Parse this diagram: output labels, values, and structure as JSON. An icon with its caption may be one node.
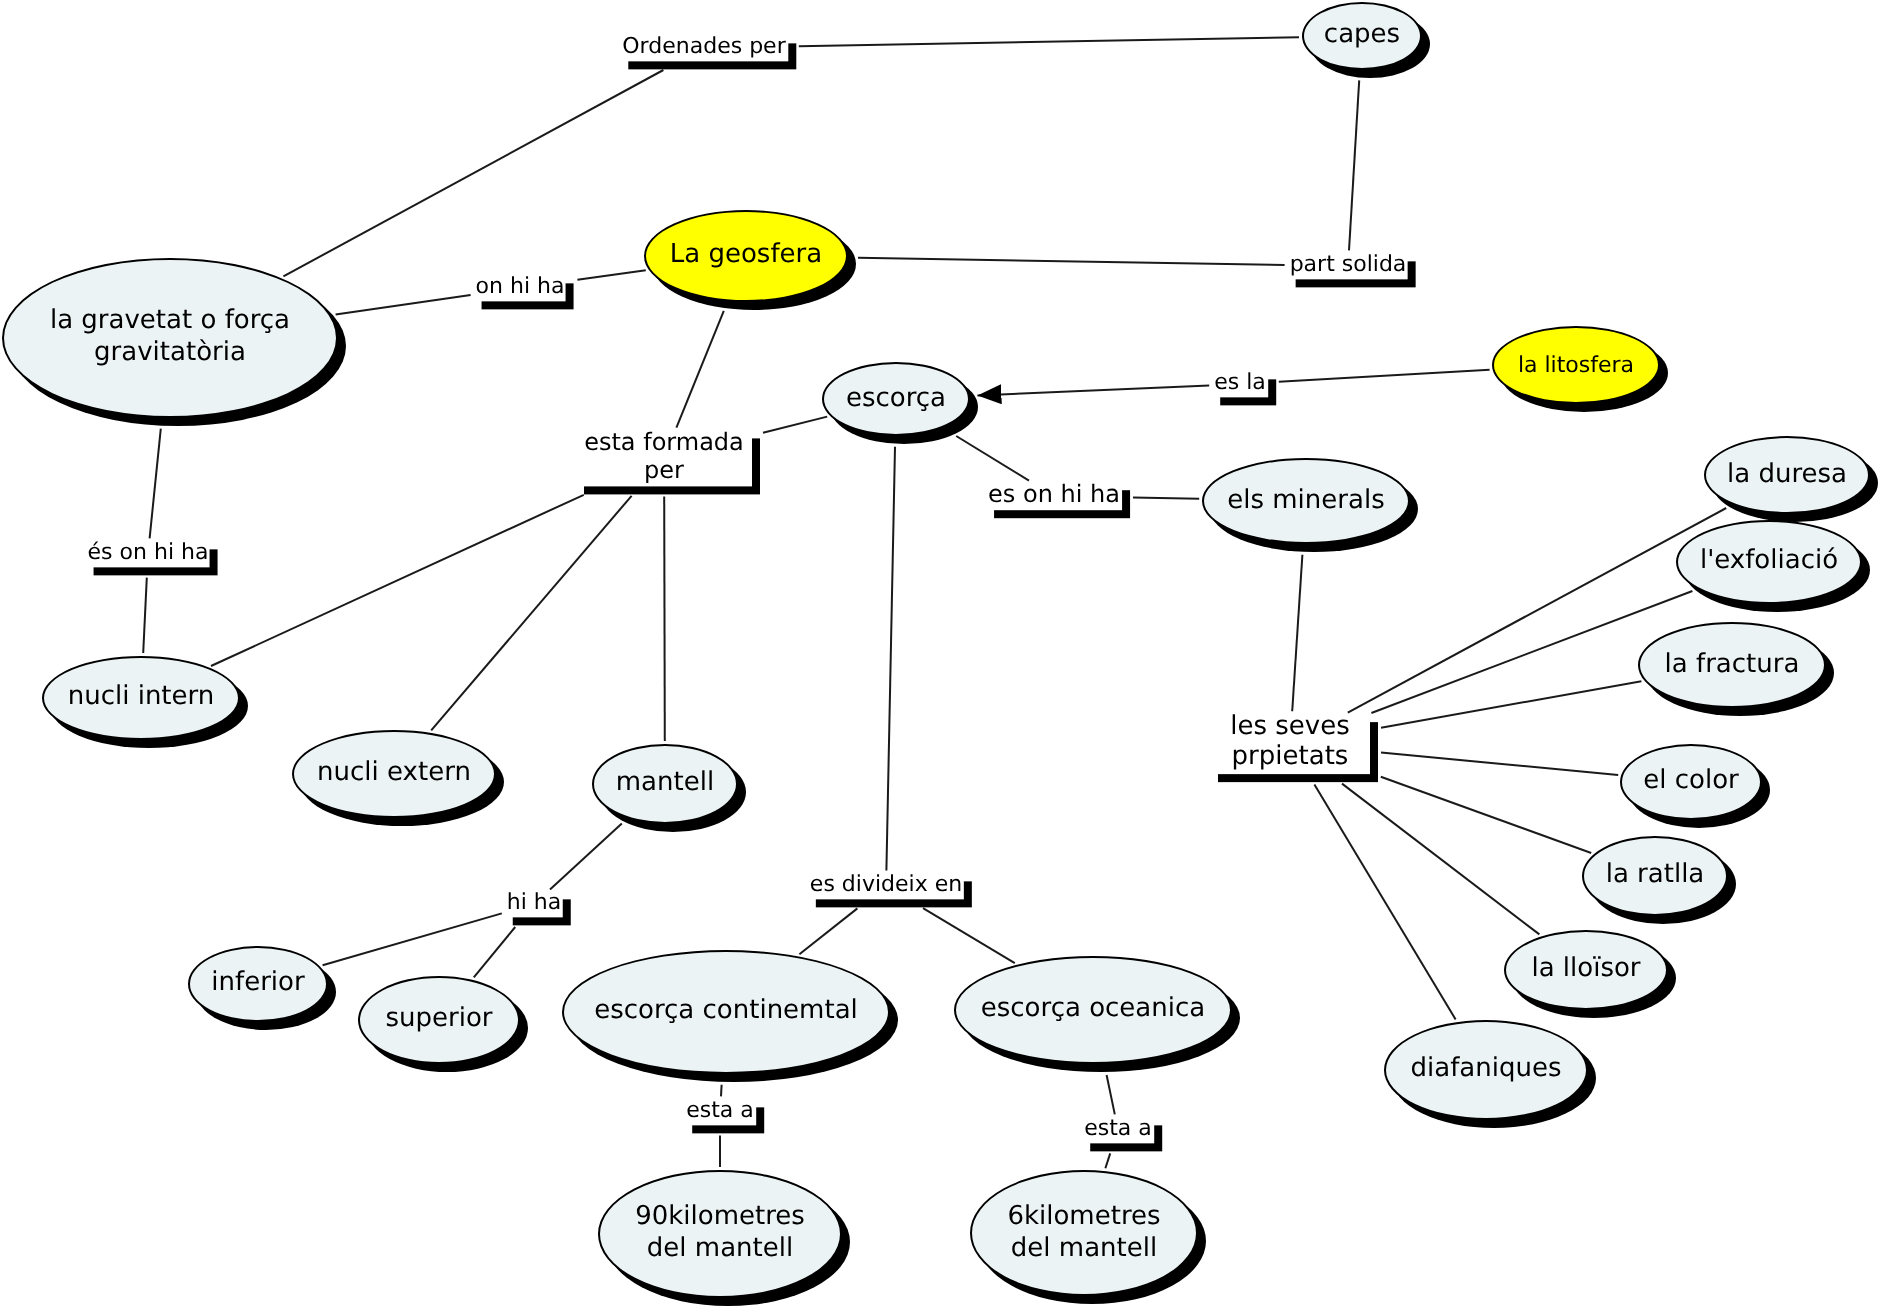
{
  "diagram": {
    "nodes": [
      {
        "text": [
          "Ordenades per"
        ]
      },
      {
        "text": [
          "capes"
        ]
      },
      {
        "text": [
          "La geosfera"
        ]
      },
      {
        "text": [
          "part solida"
        ]
      },
      {
        "text": [
          "on hi ha"
        ]
      },
      {
        "text": [
          "la gravetat o força gravitatòria"
        ]
      },
      {
        "text": [
          "la litosfera"
        ]
      },
      {
        "text": [
          "es la"
        ]
      },
      {
        "text": [
          "escorça"
        ]
      },
      {
        "text": [
          "esta formada per"
        ]
      },
      {
        "text": [
          "la duresa"
        ]
      },
      {
        "text": [
          "es on hi ha"
        ]
      },
      {
        "text": [
          "els minerals"
        ]
      },
      {
        "text": [
          "és on hi ha"
        ]
      },
      {
        "text": [
          "l'exfoliació"
        ]
      },
      {
        "text": [
          "la fractura"
        ]
      },
      {
        "text": [
          "nucli intern"
        ]
      },
      {
        "text": [
          "les seves prpietats"
        ]
      },
      {
        "text": [
          "nucli extern"
        ]
      },
      {
        "text": [
          "mantell"
        ]
      },
      {
        "text": [
          "el color"
        ]
      },
      {
        "text": [
          "es divideix en"
        ]
      },
      {
        "text": [
          "la ratlla"
        ]
      },
      {
        "text": [
          "hi ha"
        ]
      },
      {
        "text": [
          "la lloïsor"
        ]
      },
      {
        "text": [
          "inferior"
        ]
      },
      {
        "text": [
          "escorça continemtal"
        ]
      },
      {
        "text": [
          "escorça oceanica"
        ]
      },
      {
        "text": [
          "superior"
        ]
      },
      {
        "text": [
          "diafaniques"
        ]
      },
      {
        "text": [
          "esta a"
        ]
      },
      {
        "text": [
          "esta a"
        ]
      },
      {
        "text": [
          "90kilometres del mantell"
        ]
      },
      {
        "text": [
          "6kilometres del mantell"
        ]
      }
    ],
    "edges": [
      {
        "from": 5,
        "to": 0,
        "arrow": "none"
      },
      {
        "from": 0,
        "to": 1,
        "arrow": "none"
      },
      {
        "from": 5,
        "to": 4,
        "arrow": "none"
      },
      {
        "from": 4,
        "to": 2,
        "arrow": "none"
      },
      {
        "from": 2,
        "to": 3,
        "arrow": "none"
      },
      {
        "from": 1,
        "to": 3,
        "arrow": "none"
      },
      {
        "from": 2,
        "to": 9,
        "arrow": "none"
      },
      {
        "from": 9,
        "to": 8,
        "arrow": "none"
      },
      {
        "from": 9,
        "to": 16,
        "arrow": "none"
      },
      {
        "from": 9,
        "to": 18,
        "arrow": "none"
      },
      {
        "from": 9,
        "to": 19,
        "arrow": "none"
      },
      {
        "from": 5,
        "to": 13,
        "arrow": "none"
      },
      {
        "from": 13,
        "to": 16,
        "arrow": "none"
      },
      {
        "from": 6,
        "to": 7,
        "arrow": "none"
      },
      {
        "from": 7,
        "to": 8,
        "arrow": "to"
      },
      {
        "from": 8,
        "to": 11,
        "arrow": "none"
      },
      {
        "from": 11,
        "to": 12,
        "arrow": "none"
      },
      {
        "from": 12,
        "to": 17,
        "arrow": "none"
      },
      {
        "from": 17,
        "to": 10,
        "arrow": "none"
      },
      {
        "from": 17,
        "to": 14,
        "arrow": "none"
      },
      {
        "from": 17,
        "to": 15,
        "arrow": "none"
      },
      {
        "from": 17,
        "to": 20,
        "arrow": "none"
      },
      {
        "from": 17,
        "to": 22,
        "arrow": "none"
      },
      {
        "from": 17,
        "to": 24,
        "arrow": "none"
      },
      {
        "from": 17,
        "to": 29,
        "arrow": "none"
      },
      {
        "from": 8,
        "to": 21,
        "arrow": "none"
      },
      {
        "from": 21,
        "to": 26,
        "arrow": "none"
      },
      {
        "from": 21,
        "to": 27,
        "arrow": "none"
      },
      {
        "from": 19,
        "to": 23,
        "arrow": "none"
      },
      {
        "from": 23,
        "to": 25,
        "arrow": "none"
      },
      {
        "from": 23,
        "to": 28,
        "arrow": "none"
      },
      {
        "from": 26,
        "to": 30,
        "arrow": "none"
      },
      {
        "from": 30,
        "to": 32,
        "arrow": "none"
      },
      {
        "from": 27,
        "to": 31,
        "arrow": "none"
      },
      {
        "from": 31,
        "to": 33,
        "arrow": "none"
      }
    ]
  }
}
